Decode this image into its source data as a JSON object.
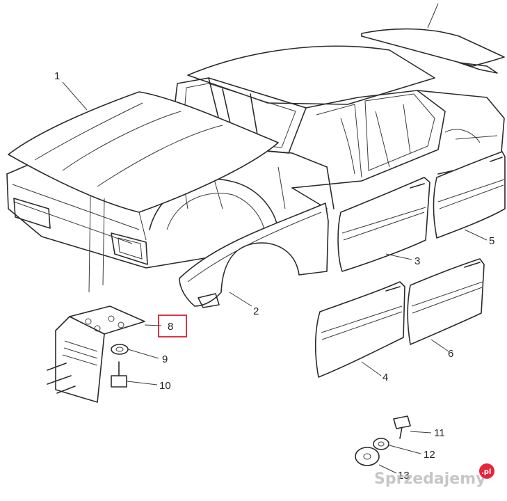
{
  "callouts": [
    {
      "id": "c1",
      "text": "1"
    },
    {
      "id": "c2",
      "text": "2"
    },
    {
      "id": "c3",
      "text": "3"
    },
    {
      "id": "c4",
      "text": "4"
    },
    {
      "id": "c5",
      "text": "5"
    },
    {
      "id": "c6",
      "text": "6"
    },
    {
      "id": "c8",
      "text": "8"
    },
    {
      "id": "c9",
      "text": "9"
    },
    {
      "id": "c10",
      "text": "10"
    },
    {
      "id": "c11",
      "text": "11"
    },
    {
      "id": "c12",
      "text": "12"
    },
    {
      "id": "c13",
      "text": "13"
    }
  ],
  "highlight": {
    "callout": "8",
    "color": "#d0021b"
  },
  "watermark": {
    "text": "Sprzedajemy",
    "suffix": ".pl",
    "badge_color": "#e2001a"
  }
}
